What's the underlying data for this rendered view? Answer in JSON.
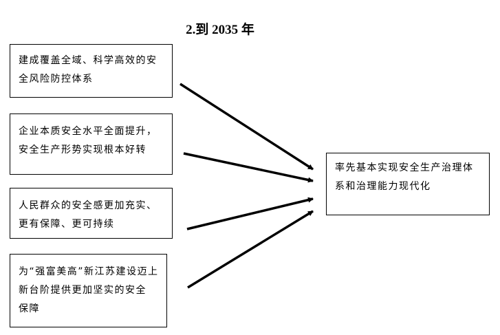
{
  "title": "2.到 2035 年",
  "sources": [
    {
      "lines": [
        "建成覆盖全域、科学高效的安",
        "全风险防控体系"
      ]
    },
    {
      "lines": [
        "企业本质安全水平全面提升，",
        "安全生产形势实现根本好转"
      ]
    },
    {
      "lines": [
        "人民群众的安全感更加充实、",
        "更有保障、更可持续"
      ]
    },
    {
      "lines": [
        "为“强富美高”新江苏建设迈上",
        "新台阶提供更加坚实的安全",
        "保障"
      ]
    }
  ],
  "target": {
    "lines": [
      "率先基本实现安全生产治理体",
      "系和治理能力现代化"
    ]
  }
}
